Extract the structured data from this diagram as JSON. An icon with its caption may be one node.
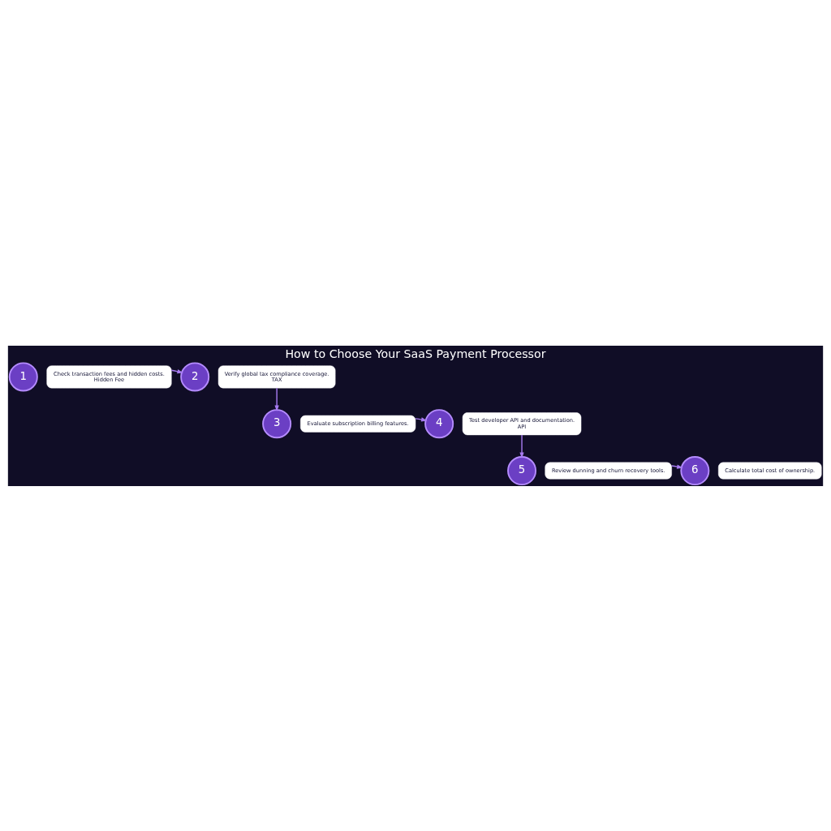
{
  "diagram": {
    "title": "How to Choose Your SaaS Payment Processor",
    "nodes": [
      {
        "text": [
          "1"
        ]
      },
      {
        "text": [
          "Check transaction fees and hidden costs.",
          "Hidden Fee"
        ]
      },
      {
        "text": [
          "2"
        ]
      },
      {
        "text": [
          "Verify global tax compliance coverage.",
          "TAX"
        ]
      },
      {
        "text": [
          "3"
        ]
      },
      {
        "text": [
          "Evaluate subscription billing features."
        ]
      },
      {
        "text": [
          "4"
        ]
      },
      {
        "text": [
          "Test developer API and documentation.",
          "API"
        ]
      },
      {
        "text": [
          "5"
        ]
      },
      {
        "text": [
          "Review dunning and churn recovery tools."
        ]
      },
      {
        "text": [
          "6"
        ]
      },
      {
        "text": [
          "Calculate total cost of ownership."
        ]
      }
    ],
    "edges": [
      {
        "from": 1,
        "to": 2,
        "arrow": "to"
      },
      {
        "from": 3,
        "to": 4,
        "arrow": "to"
      },
      {
        "from": 5,
        "to": 6,
        "arrow": "to"
      },
      {
        "from": 7,
        "to": 8,
        "arrow": "to"
      },
      {
        "from": 9,
        "to": 10,
        "arrow": "to"
      }
    ]
  }
}
